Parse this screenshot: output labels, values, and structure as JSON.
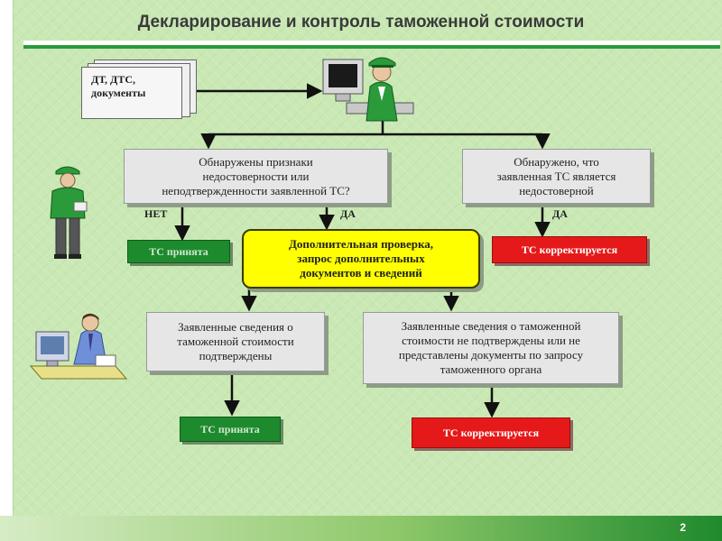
{
  "slide": {
    "title": "Декларирование и контроль таможенной стоимости",
    "page_number": "2"
  },
  "documents": {
    "lines": [
      "ДТ, ДТС,",
      "документы"
    ]
  },
  "nodes": {
    "suspicion": [
      "Обнаружены признаки",
      "недостоверности или",
      "неподтвержденности заявленной ТС?"
    ],
    "found_unreliable": [
      "Обнаружено, что",
      "заявленная ТС является",
      "недостоверной"
    ],
    "accepted_1": "ТС принята",
    "extra_check": [
      "Дополнительная проверка,",
      "запрос дополнительных",
      "документов и сведений"
    ],
    "adjusted_1": "ТС корректируется",
    "confirmed": [
      "Заявленные сведения о",
      "таможенной стоимости",
      "подтверждены"
    ],
    "not_confirmed": [
      "Заявленные сведения о таможенной",
      "стоимости не подтверждены или не",
      "представлены документы по запросу",
      "таможенного органа"
    ],
    "accepted_2": "ТС принята",
    "adjusted_2": "ТС корректируется"
  },
  "edge_labels": {
    "no": "НЕТ",
    "yes_left": "ДА",
    "yes_right": "ДА"
  },
  "illustrations": [
    "customs-officer-at-computer-icon",
    "standing-officer-icon",
    "clerk-at-desk-icon"
  ],
  "colors": {
    "background": "#c9e8b4",
    "accent_green": "#2a9a3a",
    "accepted_box": "#1e8a2e",
    "adjusted_box": "#e51919",
    "check_box": "#ffff00",
    "neutral_box": "#e6e6e6"
  }
}
